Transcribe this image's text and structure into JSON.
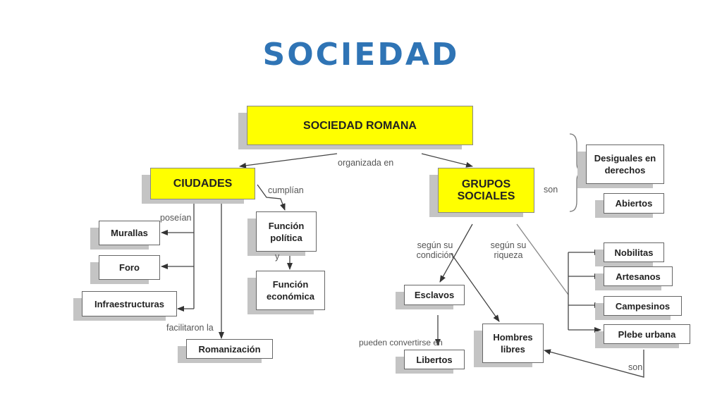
{
  "title": "SOCIEDAD",
  "nodes": {
    "root": "SOCIEDAD ROMANA",
    "ciudades": "CIUDADES",
    "grupos": "GRUPOS SOCIALES",
    "murallas": "Murallas",
    "foro": "Foro",
    "infraestructuras": "Infraestructuras",
    "romanizacion": "Romanización",
    "funcion_politica": "Función política",
    "funcion_economica": "Función económica",
    "desiguales": "Desiguales en derechos",
    "abiertos": "Abiertos",
    "esclavos": "Esclavos",
    "libertos": "Libertos",
    "hombres_libres": "Hombres libres",
    "nobilitas": "Nobilitas",
    "artesanos": "Artesanos",
    "campesinos": "Campesinos",
    "plebe": "Plebe urbana"
  },
  "labels": {
    "organizada": "organizada en",
    "cumplian": "cumplían",
    "poseian": "poseían",
    "y": "y",
    "facilitaron": "facilitaron la",
    "son_top": "son",
    "segun_condicion": "según su condición",
    "segun_riqueza": "según su riqueza",
    "pueden": "pueden convertirse en",
    "son_bottom": "son"
  }
}
